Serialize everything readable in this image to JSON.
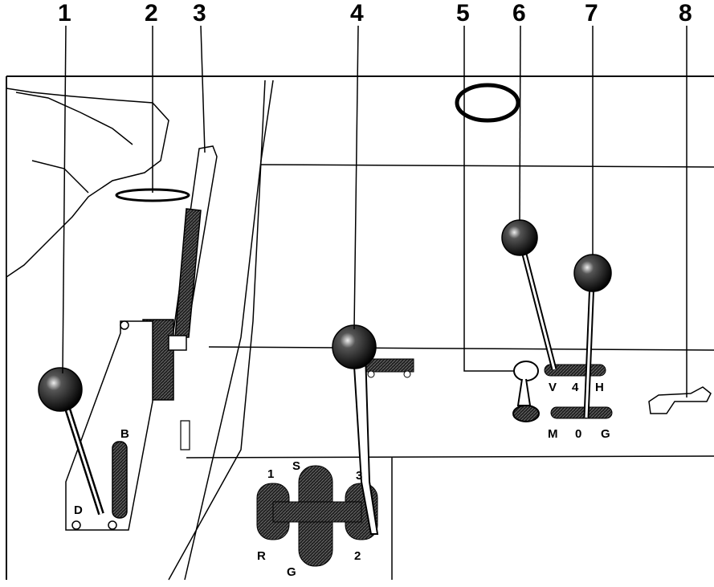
{
  "callouts": [
    "1",
    "2",
    "3",
    "4",
    "5",
    "6",
    "7",
    "8"
  ],
  "lever1_gate": {
    "top": "B",
    "bottom": "D"
  },
  "gearbox_gate": {
    "g1": "1",
    "s": "S",
    "g3": "3",
    "r": "R",
    "g": "G",
    "g2": "2"
  },
  "transfer_gate": {
    "v": "V",
    "four": "4",
    "h": "H",
    "m": "M",
    "zero": "0",
    "g": "G"
  },
  "colors": {
    "ink": "#000000",
    "paper": "#ffffff",
    "panel": "#f2f2f2"
  }
}
